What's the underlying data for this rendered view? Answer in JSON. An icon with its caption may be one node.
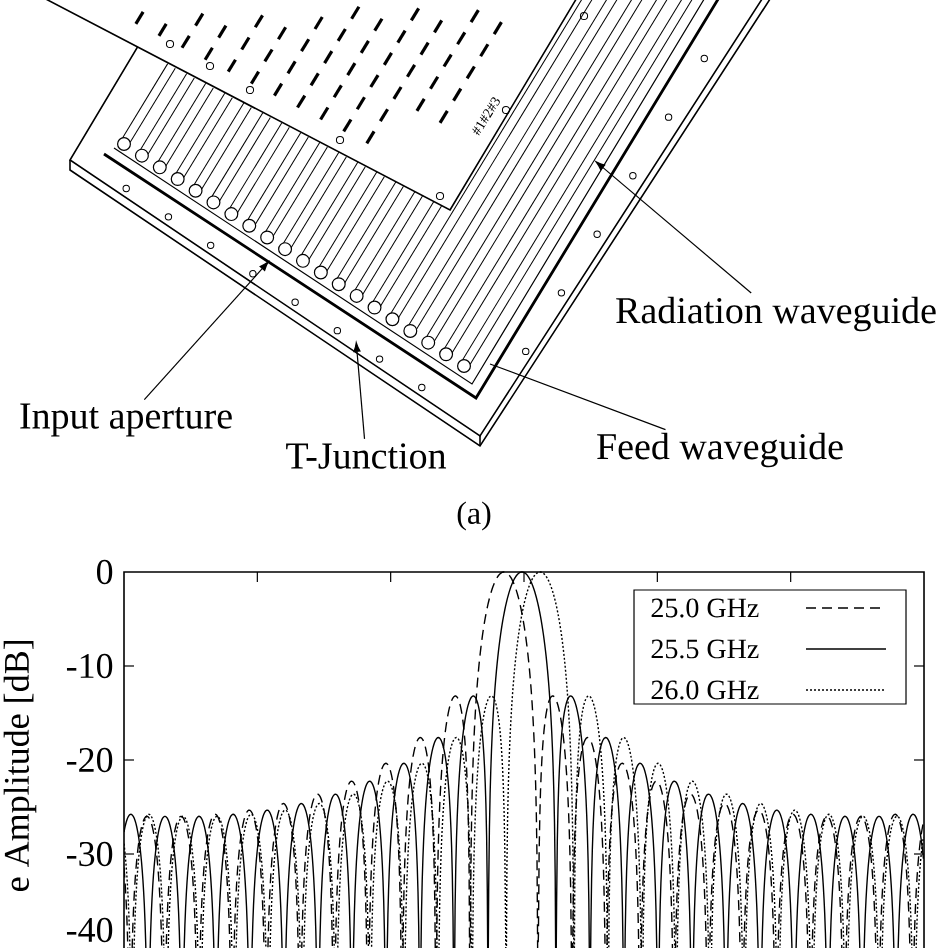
{
  "diagram": {
    "nodes": [
      {
        "text": [
          "Radiation waveguide"
        ]
      },
      {
        "text": [
          "Input aperture"
        ]
      },
      {
        "text": [
          "T-Junction"
        ]
      },
      {
        "text": [
          "Feed waveguide"
        ]
      }
    ],
    "edges": [
      {
        "from": 0,
        "to": null,
        "arrow": "to"
      },
      {
        "from": 1,
        "to": null,
        "arrow": "to"
      },
      {
        "from": 2,
        "to": null,
        "arrow": "to"
      },
      {
        "from": 3,
        "to": null,
        "arrow": "none"
      }
    ],
    "labels": [
      "#1#2#3",
      "(a)",
      "e Amplitude [dB]",
      "0",
      "-10",
      "-20",
      "-30",
      "-40"
    ],
    "legend": [
      {
        "text": "25.0 GHz"
      },
      {
        "text": "25.5 GHz"
      },
      {
        "text": "26.0 GHz"
      }
    ]
  }
}
